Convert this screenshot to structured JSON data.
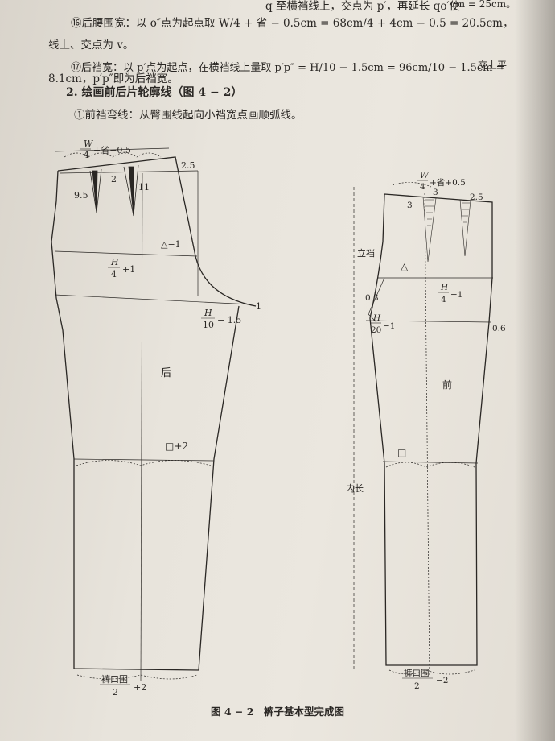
{
  "text": {
    "line_top_fragment": "q 至横裆线上，交点为 p′，再延长 qo′使",
    "line_top_right": "cm = 25cm。",
    "item16": "⑯后腰围宽：以 o″点为起点取 W/4 + 省 − 0.5cm = 68cm/4 + 4cm − 0.5 = 20.5cm，",
    "item16_cont": "线上、交点为 v。",
    "item17": "⑰后裆宽：以 p′点为起点，在横裆线上量取 p′p″ = H/10 − 1.5cm = 96cm/10 − 1.5cm =",
    "item17_cont": "8.1cm，p′p″即为后裆宽。",
    "section_heading": "2. 绘画前后片轮廓线（图 4 − 2）",
    "item1": "①前裆弯线：从臀围线起向小裆宽点画顺弧线。",
    "crossing_note": "交上平"
  },
  "figure": {
    "back_labels": {
      "waist_W": "W",
      "waist_den": "4",
      "waist_suffix": "+省−0.5",
      "dart_2": "2",
      "dart_11": "11",
      "dart_95": "9.5",
      "rise_25": "2.5",
      "delta_minus1": "△−1",
      "hip_H": "H",
      "hip_den": "4",
      "hip_suffix": "+1",
      "crotch_H": "H",
      "crotch_den": "10",
      "crotch_suffix": "− 1.5",
      "point_1": "1",
      "panel": "后",
      "knee": "□+2",
      "hem": "裤口围",
      "hem_den": "2",
      "hem_suffix": "+2"
    },
    "front_labels": {
      "waist_W": "W",
      "waist_den": "4",
      "waist_suffix": "+省+0.5",
      "dart_3a": "3",
      "dart_3b": "3",
      "rise_25": "2.5",
      "rise": "立裆",
      "delta": "△",
      "hip_H": "H",
      "hip_den": "4",
      "hip_suffix": "−1",
      "v_03": "0.3",
      "crotch_H": "H",
      "crotch_den": "20",
      "crotch_suffix": "−1",
      "v_06": "0.6",
      "panel": "前",
      "knee": "□",
      "inseam": "内长",
      "hem": "裤口围",
      "hem_den": "2",
      "hem_suffix": "−2"
    },
    "caption": "图 4 − 2　裤子基本型完成图"
  }
}
